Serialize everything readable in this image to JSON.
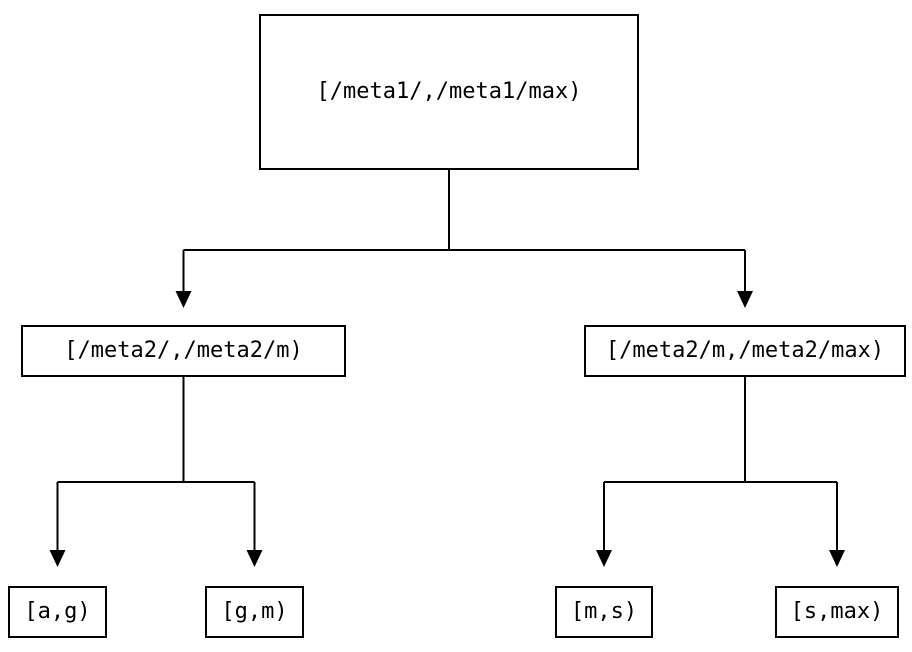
{
  "diagram": {
    "type": "tree",
    "colors": {
      "background": "#ffffff",
      "node_fill": "#ffffff",
      "line": "#000000",
      "text": "#000000"
    },
    "nodes": {
      "root": {
        "label": "[/meta1/,/meta1/max)",
        "children": [
          "meta2_low",
          "meta2_high"
        ]
      },
      "meta2_low": {
        "label": "[/meta2/,/meta2/m)",
        "children": [
          "a_g",
          "g_m"
        ]
      },
      "meta2_high": {
        "label": "[/meta2/m,/meta2/max)",
        "children": [
          "m_s",
          "s_max"
        ]
      },
      "a_g": {
        "label": "[a,g)"
      },
      "g_m": {
        "label": "[g,m)"
      },
      "m_s": {
        "label": "[m,s)"
      },
      "s_max": {
        "label": "[s,max)"
      }
    }
  }
}
